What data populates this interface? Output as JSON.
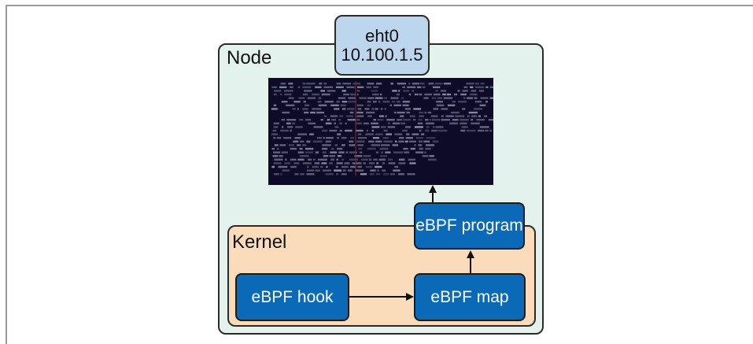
{
  "node": {
    "label": "Node"
  },
  "interface": {
    "name": "eht0",
    "ip": "10.100.1.5"
  },
  "kernel": {
    "label": "Kernel"
  },
  "blocks": {
    "program": "eBPF program",
    "hook": "eBPF hook",
    "map": "eBPF map"
  },
  "colors": {
    "node_bg": "#e3f2ec",
    "interface_bg": "#bcd6ee",
    "kernel_bg": "#fbdcba",
    "block_bg": "#0b6ab8",
    "terminal_bg": "#0d0b26"
  }
}
